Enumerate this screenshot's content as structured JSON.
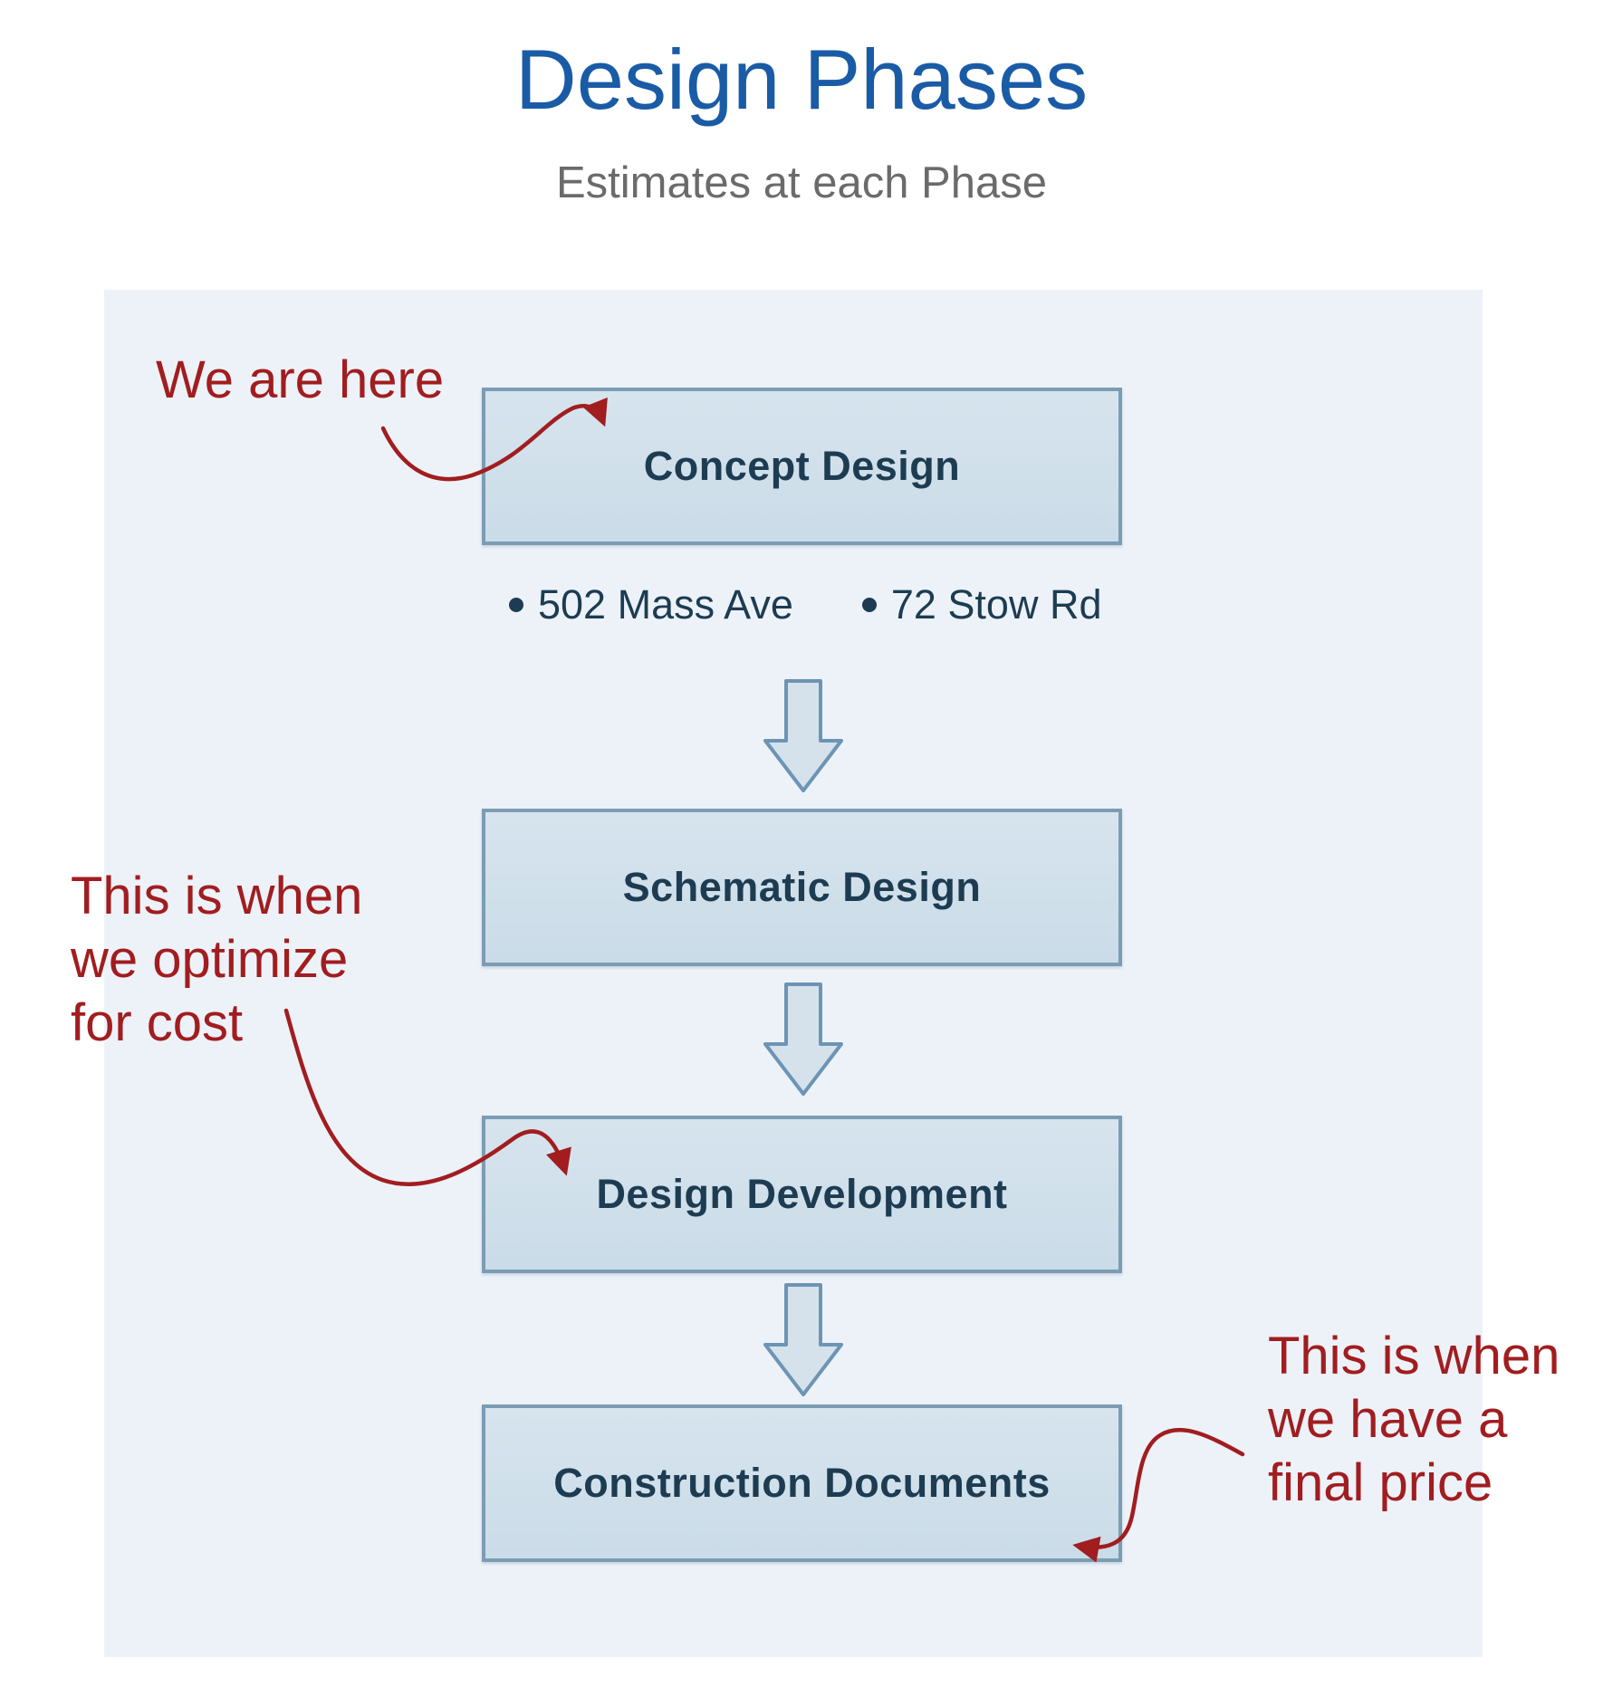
{
  "title": "Design Phases",
  "subtitle": "Estimates at each Phase",
  "phases": [
    "Concept Design",
    "Schematic Design",
    "Design Development",
    "Construction Documents"
  ],
  "bullets": [
    "502 Mass Ave",
    "72 Stow Rd"
  ],
  "annotations": {
    "we_are_here": {
      "lines": [
        "We are here"
      ]
    },
    "optimize_cost": {
      "lines": [
        "This is when",
        "we optimize",
        "for cost"
      ]
    },
    "final_price": {
      "lines": [
        "This is when",
        "we have a",
        "final price"
      ]
    }
  },
  "colors": {
    "title_blue": "#1a5ba6",
    "subtitle_gray": "#6b6b6b",
    "panel_bg": "#edf2f9",
    "box_fill": "#cedfe9",
    "box_border": "#7b9db4",
    "box_text_navy": "#1d3c52",
    "flow_arrow_fill": "#d5e2ec",
    "flow_arrow_border": "#6d94b4",
    "annotation_red": "#a11d1f"
  }
}
